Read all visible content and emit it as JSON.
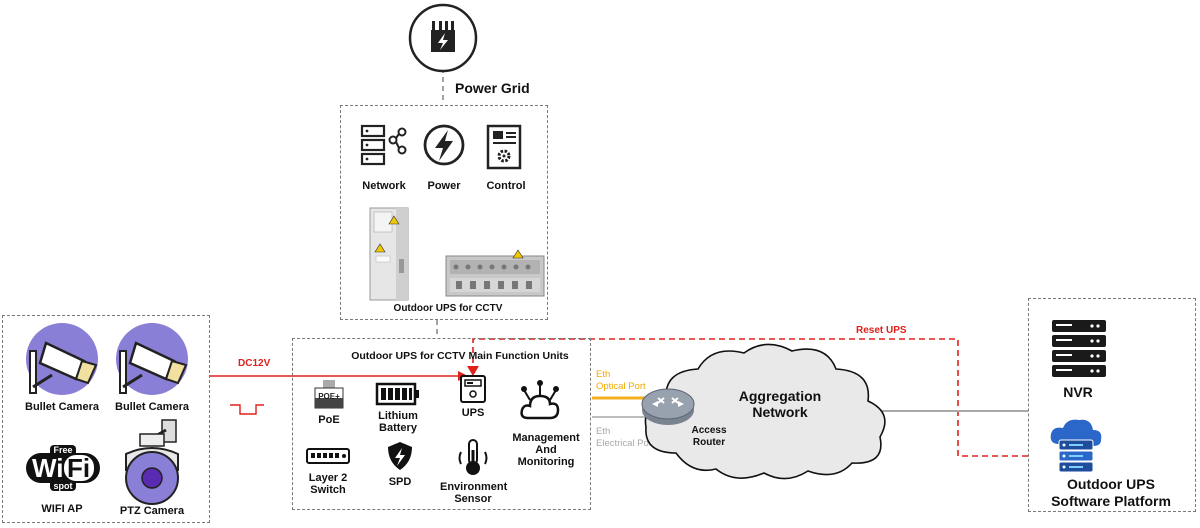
{
  "power_grid": {
    "label": "Power Grid"
  },
  "top_panel": {
    "icons": [
      {
        "name": "network-icon",
        "label": "Network"
      },
      {
        "name": "power-icon",
        "label": "Power"
      },
      {
        "name": "control-icon",
        "label": "Control"
      }
    ],
    "product_label": "Outdoor UPS for CCTV"
  },
  "cameras_panel": {
    "items": [
      {
        "name": "bullet-camera-icon",
        "label": "Bullet Camera"
      },
      {
        "name": "bullet-camera-icon",
        "label": "Bullet Camera"
      },
      {
        "name": "wifi-ap-icon",
        "label": "WIFI AP",
        "logo_text": [
          "Free",
          "Wi",
          "Fi",
          "spot"
        ]
      },
      {
        "name": "ptz-camera-icon",
        "label": "PTZ Camera"
      }
    ]
  },
  "main_panel": {
    "title": "Outdoor UPS for CCTV Main Function Units",
    "units": {
      "poe": {
        "label": "PoE",
        "badge": "POE+"
      },
      "battery": {
        "label": "Lithium\nBattery"
      },
      "ups": {
        "label": "UPS"
      },
      "management": {
        "label": "Management\nAnd\nMonitoring"
      },
      "switch": {
        "label": "Layer 2\nSwitch"
      },
      "spd": {
        "label": "SPD"
      },
      "sensor": {
        "label": "Environment\nSensor"
      }
    }
  },
  "links": {
    "dc12v": "DC12V",
    "reset_ups": "Reset UPS",
    "eth_optical": "Eth\nOptical Port",
    "eth_electrical": "Eth\nElectrical Port"
  },
  "network": {
    "cloud_label": "Aggregation\nNetwork",
    "router_label": "Access\nRouter"
  },
  "right_panel": {
    "nvr_label": "NVR",
    "platform_label": "Outdoor UPS\nSoftware Platform"
  },
  "colors": {
    "red": "#e0201b",
    "orange": "#f2b01e",
    "gray_line": "#a8a8a8",
    "purple": "#7b68c8",
    "dark": "#1a1a1a",
    "blue": "#2b66c9"
  }
}
